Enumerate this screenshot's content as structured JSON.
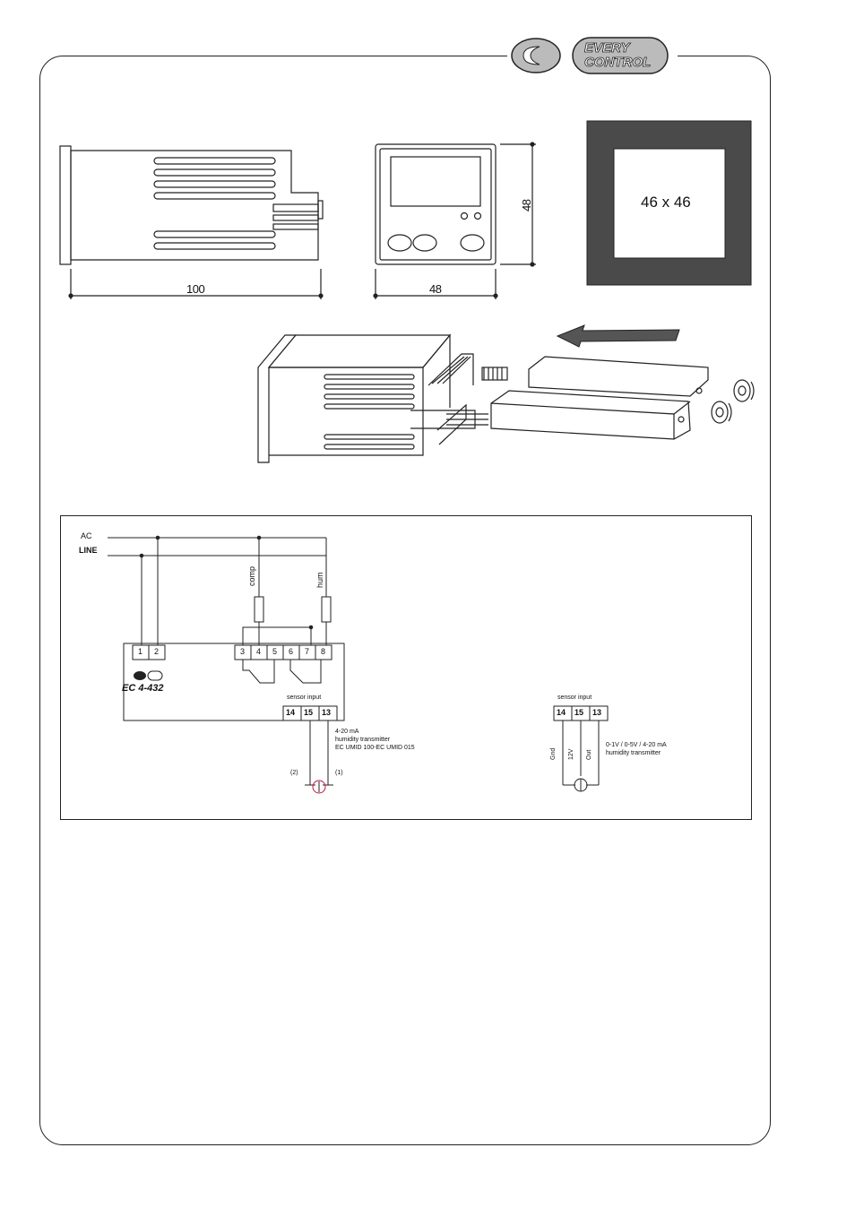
{
  "brand": {
    "line1": "EVERY",
    "line2": "CONTROL"
  },
  "dimensions": {
    "side_length": "100",
    "front_width": "48",
    "front_height": "48",
    "panel_cutout": "46 x 46"
  },
  "wiring": {
    "supply_top": "AC",
    "supply_bottom": "LINE",
    "load_left": "comp",
    "load_right": "hum",
    "terminals_top": [
      "1",
      "2",
      "3",
      "4",
      "5",
      "6",
      "7",
      "8"
    ],
    "terminals_bottom": [
      "14",
      "15",
      "13"
    ],
    "model": "EC 4-432",
    "sensor_header": "sensor input",
    "transmitter_desc": [
      "4-20 mA",
      "humidity transmitter",
      "EC UMID 100-EC UMID 015"
    ],
    "pol_left": "(2)",
    "pol_right": "(1)",
    "alt_wires": [
      "Gnd",
      "12V",
      "Out"
    ],
    "alt_desc": [
      "0-1V / 0-5V / 4-20 mA",
      "humidity transmitter"
    ]
  },
  "colors": {
    "panel_dark": "#4a4a4a",
    "line": "#222222",
    "arrow": "#555555"
  }
}
